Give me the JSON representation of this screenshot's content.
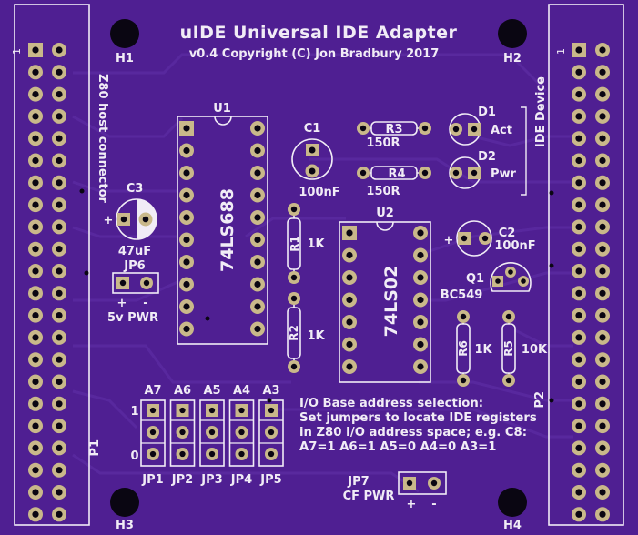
{
  "colors": {
    "board": "#4f1f92",
    "trace": "#5a2aa0",
    "silk": "#f1ecf6",
    "pad": "#c9b88a",
    "hole": "#0a0612"
  },
  "title": "uIDE Universal IDE Adapter",
  "subtitle": "v0.4 Copyright (C) Jon Bradbury 2017",
  "mount_holes": {
    "h1": "H1",
    "h2": "H2",
    "h3": "H3",
    "h4": "H4"
  },
  "headers": {
    "p1_label": "P1",
    "p1_pin1": "1",
    "p1_caption": "Z80 host connector",
    "p2_label": "P2",
    "p2_pin1": "1",
    "p2_caption": "IDE Device"
  },
  "chips": {
    "u1_ref": "U1",
    "u1_part": "74LS688",
    "u2_ref": "U2",
    "u2_part": "74LS02"
  },
  "components": {
    "c1_ref": "C1",
    "c1_value": "100nF",
    "c2_ref": "C2",
    "c2_value": "100nF",
    "c3_ref": "C3",
    "c3_value": "47uF",
    "r1_ref": "R1",
    "r1_value": "1K",
    "r2_ref": "R2",
    "r2_value": "1K",
    "r3_ref": "R3",
    "r3_value": "150R",
    "r4_ref": "R4",
    "r4_value": "150R",
    "r5_ref": "R5",
    "r5_value": "10K",
    "r6_ref": "R6",
    "r6_value": "1K",
    "d1_ref": "D1",
    "d1_label": "Act",
    "d2_ref": "D2",
    "d2_label": "Pwr",
    "q1_ref": "Q1",
    "q1_part": "BC549"
  },
  "power_jumpers": {
    "jp6_ref": "JP6",
    "jp6_label": "5v PWR",
    "jp6_plus": "+",
    "jp6_minus": "-",
    "jp7_ref": "JP7",
    "jp7_label": "CF PWR",
    "jp7_plus": "+",
    "jp7_minus": "-"
  },
  "address_jumpers": {
    "row_one": "1",
    "row_zero": "0",
    "columns": [
      {
        "addr": "A7",
        "ref": "JP1"
      },
      {
        "addr": "A6",
        "ref": "JP2"
      },
      {
        "addr": "A5",
        "ref": "JP3"
      },
      {
        "addr": "A4",
        "ref": "JP4"
      },
      {
        "addr": "A3",
        "ref": "JP5"
      }
    ]
  },
  "notes": [
    "I/O Base address selection:",
    "Set jumpers to locate IDE registers",
    "in Z80 I/O address space; e.g. C8:",
    "A7=1 A6=1 A5=0 A4=0 A3=1"
  ]
}
